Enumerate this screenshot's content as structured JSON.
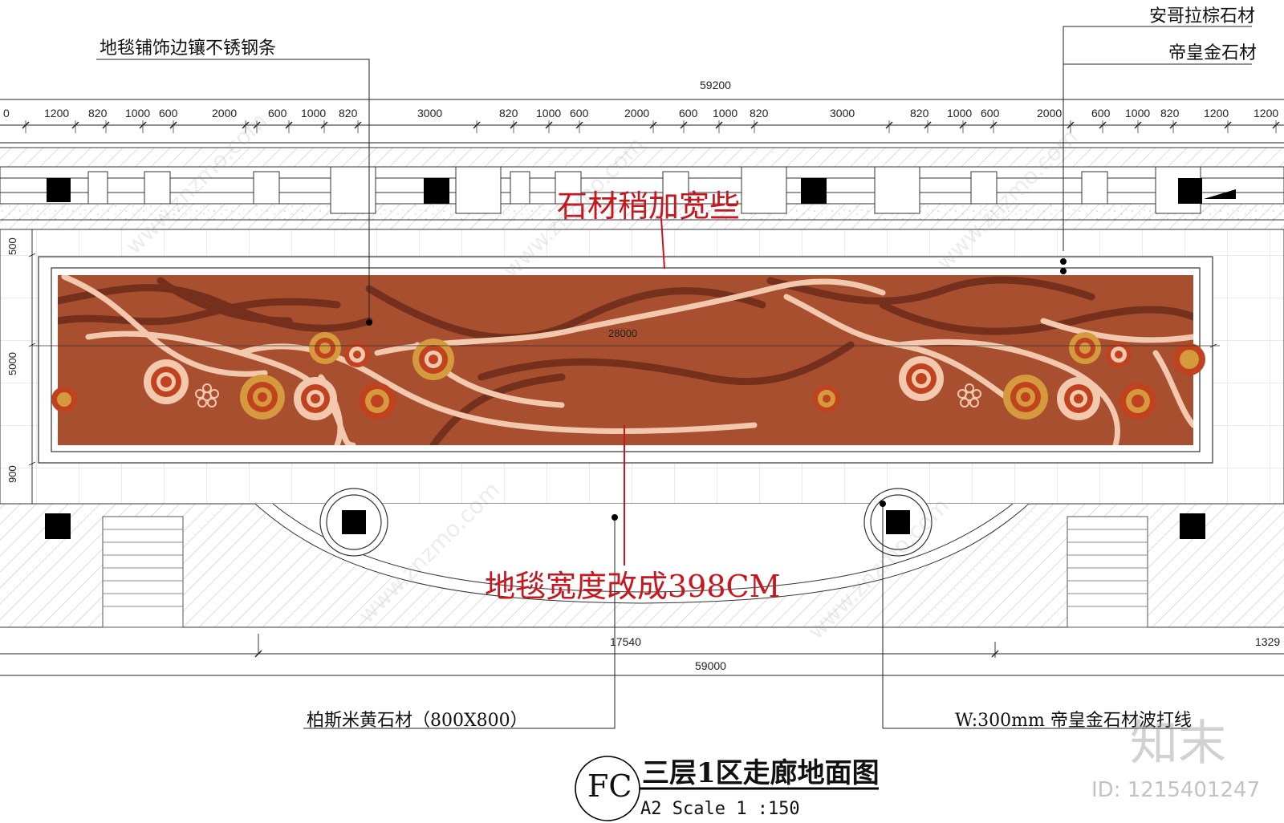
{
  "annotations": {
    "carpet_trim": "地毯铺饰边镶不锈钢条",
    "stone_brown": "安哥拉棕石材",
    "stone_gold": "帝皇金石材",
    "stone_widen": "石材稍加宽些",
    "carpet_width": "地毯宽度改成398CM",
    "floor_stone": "柏斯米黄石材（800X800）",
    "wave_line": "W:300mm 帝皇金石材波打线"
  },
  "dimensions": {
    "top_overall": "59200",
    "top_segments": [
      "0",
      "1200",
      "820",
      "1000",
      "600",
      "2000",
      "600",
      "1000",
      "820",
      "3000",
      "820",
      "1000",
      "600",
      "2000",
      "600",
      "1000",
      "820",
      "3000",
      "820",
      "1000",
      "600",
      "2000",
      "600",
      "1000",
      "820",
      "1200",
      "1200"
    ],
    "carpet_length": "28000",
    "left_vertical": [
      "500",
      "5000",
      "900"
    ],
    "bottom_17540": "17540",
    "bottom_1329": "1329",
    "bottom_overall": "59000"
  },
  "title_block": {
    "symbol": "FC",
    "title": "三层1区走廊地面图",
    "scale": "A2 Scale  1 :150"
  },
  "watermark": {
    "brand": "知末",
    "id": "ID: 1215401247",
    "url": "www.znzmo.com"
  },
  "colors": {
    "carpet": "#a84f2f",
    "carpet_dark_vine": "#6b2b1a",
    "carpet_light_vine": "#f2c9ae",
    "markup_red": "#c8161e",
    "line": "#222222"
  }
}
